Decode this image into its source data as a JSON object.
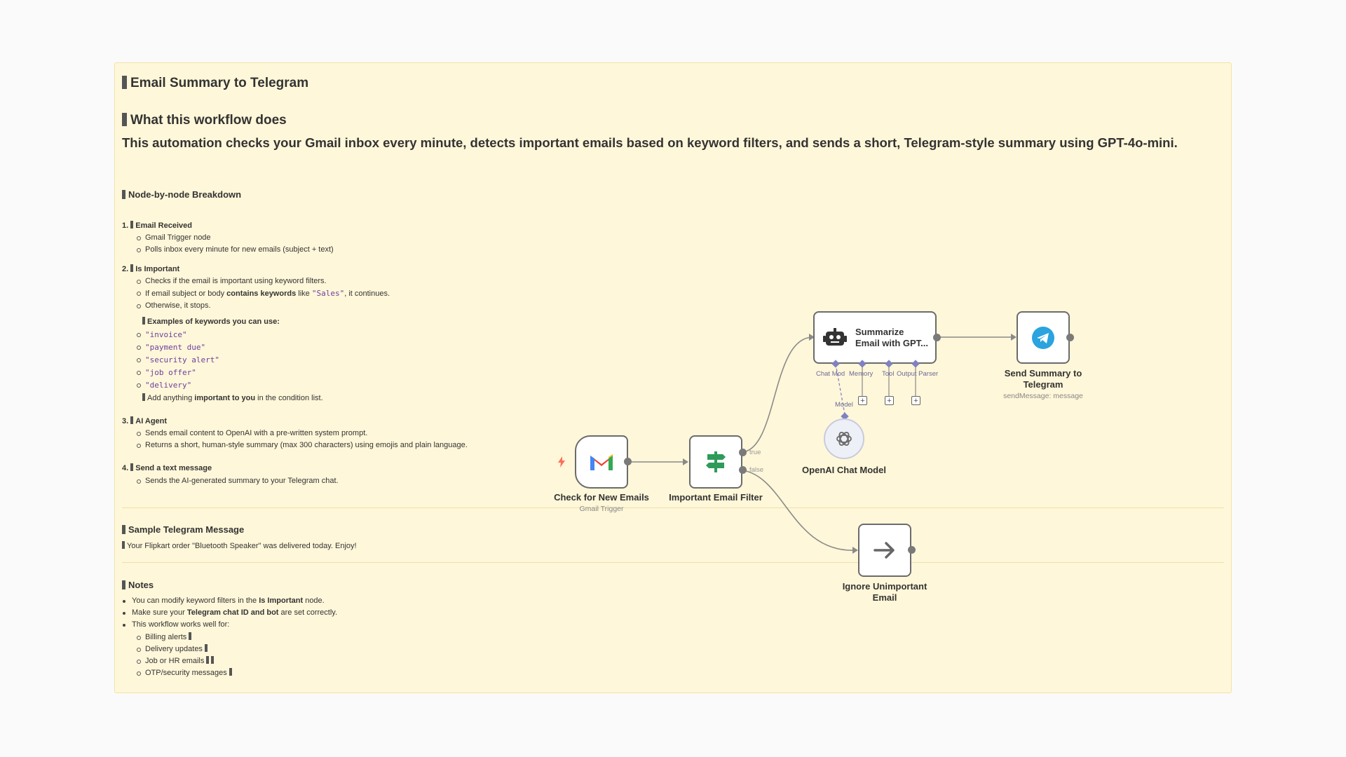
{
  "note": {
    "title": "Email Summary to Telegram",
    "subtitle": "What this workflow does",
    "description": "This automation checks your Gmail inbox every minute, detects important emails based on keyword filters, and sends a short, Telegram-style summary using GPT-4o-mini.",
    "breakdown_title": "Node-by-node Breakdown",
    "step1": {
      "num": "1.",
      "title": "Email Received",
      "b1": "Gmail Trigger node",
      "b2": "Polls inbox every minute for new emails (subject + text)"
    },
    "step2": {
      "num": "2.",
      "title": "Is Important",
      "b1": "Checks if the email is important using keyword filters.",
      "b2_pre": "If email subject or body ",
      "b2_bold": "contains keywords",
      "b2_mid": " like ",
      "b2_code": "\"Sales\"",
      "b2_post": ", it continues.",
      "b3": "Otherwise, it stops.",
      "examples_title": "Examples of keywords you can use:",
      "kw": [
        "\"invoice\"",
        "\"payment due\"",
        "\"security alert\"",
        "\"job offer\"",
        "\"delivery\""
      ],
      "add_pre": "Add anything ",
      "add_bold": "important to you",
      "add_post": " in the condition list."
    },
    "step3": {
      "num": "3.",
      "title": "AI Agent",
      "b1": "Sends email content to OpenAI with a pre-written system prompt.",
      "b2": "Returns a short, human-style summary (max 300 characters) using emojis and plain language."
    },
    "step4": {
      "num": "4.",
      "title": "Send a text message",
      "b1": "Sends the AI-generated summary to your Telegram chat."
    },
    "sample_title": "Sample Telegram Message",
    "sample_text": "Your Flipkart order \"Bluetooth Speaker\" was delivered today. Enjoy!",
    "notes_title": "Notes",
    "n1_pre": "You can modify keyword filters in the ",
    "n1_bold": "Is Important",
    "n1_post": " node.",
    "n2_pre": "Make sure your ",
    "n2_bold": "Telegram chat ID and bot",
    "n2_post": " are set correctly.",
    "n3": "This workflow works well for:",
    "uses": [
      "Billing alerts",
      "Delivery updates",
      "Job or HR emails",
      "OTP/security messages"
    ]
  },
  "nodes": {
    "gmail": {
      "label": "Check for New Emails",
      "sub": "Gmail Trigger"
    },
    "filter": {
      "label": "Important Email Filter",
      "true": "true",
      "false": "false"
    },
    "agent": {
      "label1": "Summarize",
      "label2": "Email with GPT...",
      "chat_model": "Chat Mod",
      "memory": "Memory",
      "tool": "Tool",
      "output_parser": "Output Parser",
      "model": "Model"
    },
    "openai": {
      "label": "OpenAI Chat Model"
    },
    "telegram": {
      "label1": "Send Summary to",
      "label2": "Telegram",
      "sub": "sendMessage: message"
    },
    "ignore": {
      "label1": "Ignore Unimportant",
      "label2": "Email"
    }
  },
  "icons": {
    "gmail": "gmail-icon",
    "filter": "signpost-icon",
    "agent": "robot-icon",
    "openai": "openai-icon",
    "telegram": "telegram-icon",
    "ignore": "arrow-right-icon",
    "trigger": "lightning-icon"
  },
  "colors": {
    "sticky": "#fff7d9",
    "accent": "#7f82c0",
    "telegram": "#2aa3df",
    "trigger": "#ff6d5a",
    "filter": "#2e9b5a"
  }
}
